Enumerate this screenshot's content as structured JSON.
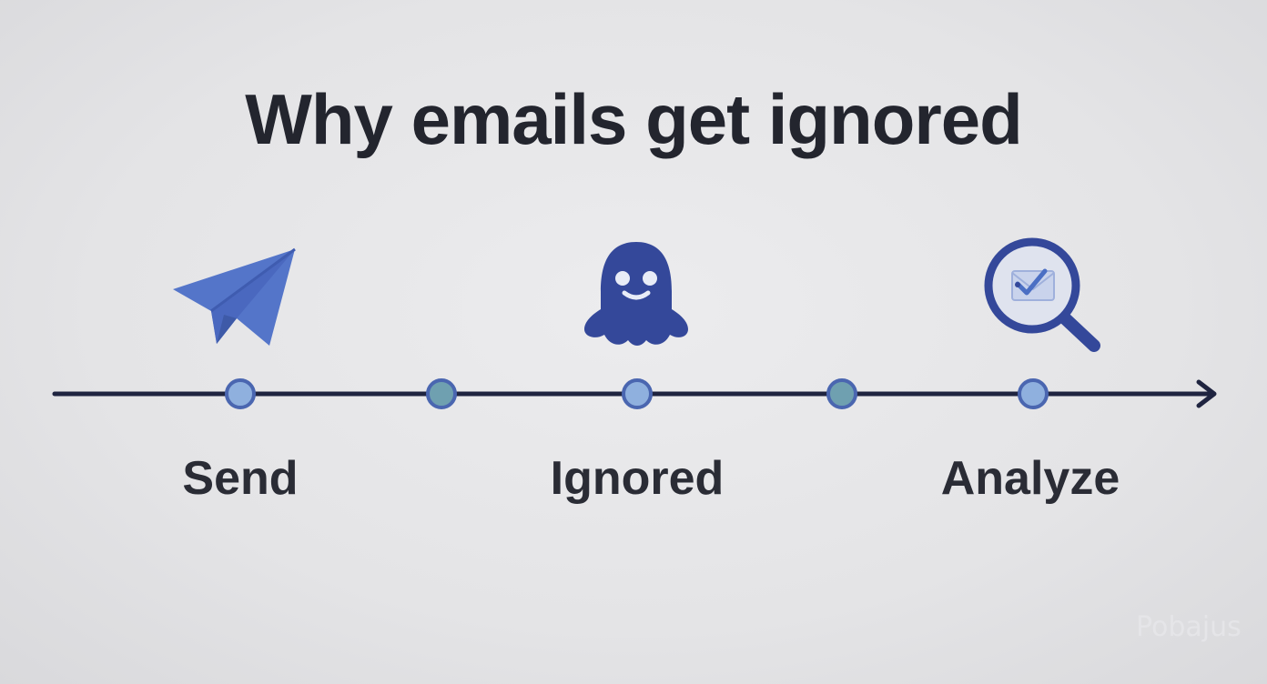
{
  "title": "Why emails get ignored",
  "steps": [
    {
      "label": "Send",
      "icon": "paper-plane-icon"
    },
    {
      "label": "Ignored",
      "icon": "ghost-icon"
    },
    {
      "label": "Analyze",
      "icon": "magnifier-email-icon"
    }
  ],
  "watermark": "Pobajus",
  "colors": {
    "line": "#1f2440",
    "node_blue": "#8fb0de",
    "node_teal": "#6fa0b0",
    "node_outline": "#4a66b0",
    "icon_blue": "#4b6fc4",
    "icon_dark": "#34489a",
    "text": "#23252e"
  }
}
